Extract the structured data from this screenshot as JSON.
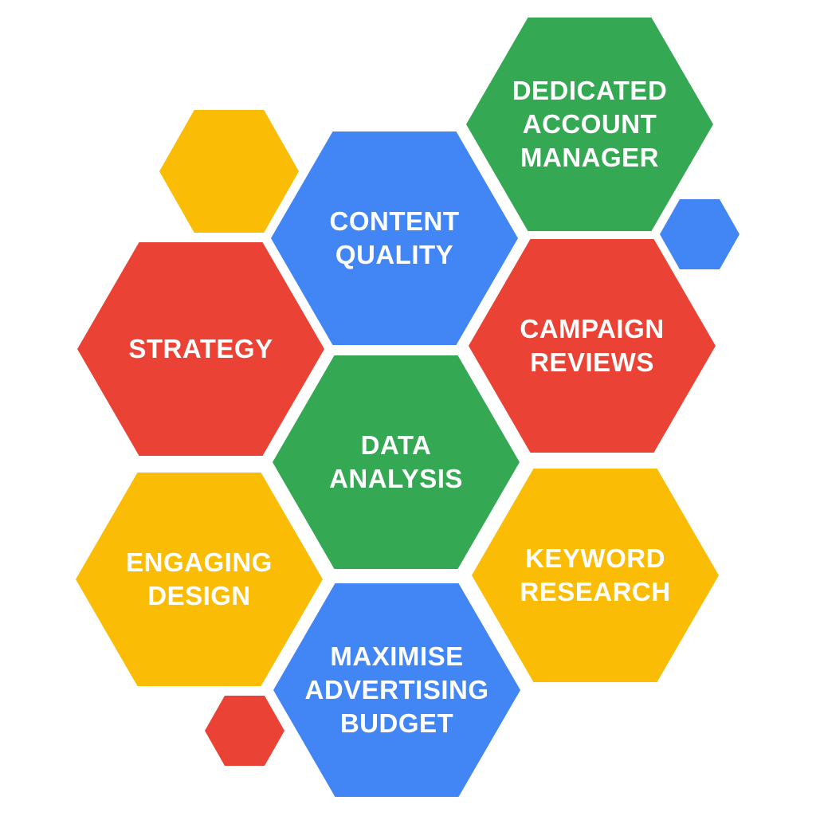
{
  "colors": {
    "red": "#EA4335",
    "blue": "#4285F4",
    "yellow": "#FBBC05",
    "green": "#34A853"
  },
  "hexagons": [
    {
      "id": "dedicated-account-manager",
      "color": "green",
      "lines": [
        "DEDICATED",
        "ACCOUNT",
        "MANAGER"
      ]
    },
    {
      "id": "content-quality",
      "color": "blue",
      "lines": [
        "CONTENT",
        "QUALITY"
      ]
    },
    {
      "id": "strategy",
      "color": "red",
      "lines": [
        "STRATEGY"
      ]
    },
    {
      "id": "campaign-reviews",
      "color": "red",
      "lines": [
        "CAMPAIGN",
        "REVIEWS"
      ]
    },
    {
      "id": "data-analysis",
      "color": "green",
      "lines": [
        "DATA",
        "ANALYSIS"
      ]
    },
    {
      "id": "engaging-design",
      "color": "yellow",
      "lines": [
        "ENGAGING",
        "DESIGN"
      ]
    },
    {
      "id": "keyword-research",
      "color": "yellow",
      "lines": [
        "KEYWORD",
        "RESEARCH"
      ]
    },
    {
      "id": "maximise-advertising-budget",
      "color": "blue",
      "lines": [
        "MAXIMISE",
        "ADVERTISING",
        "BUDGET"
      ]
    },
    {
      "id": "decorative-small-1",
      "color": "yellow",
      "lines": []
    },
    {
      "id": "decorative-small-2",
      "color": "blue",
      "lines": []
    },
    {
      "id": "decorative-small-3",
      "color": "red",
      "lines": []
    }
  ]
}
